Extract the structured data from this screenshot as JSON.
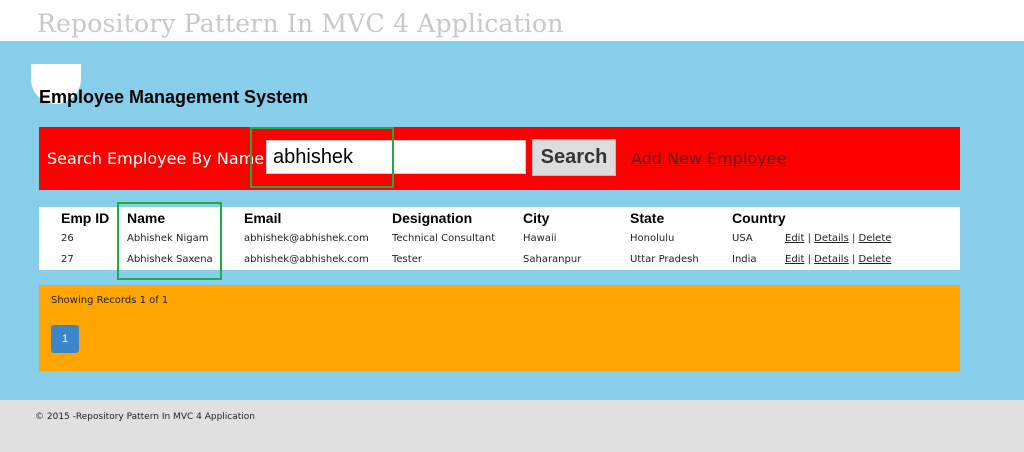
{
  "header": {
    "site_title": "Repository Pattern In MVC 4 Application"
  },
  "page": {
    "title": "Employee Management System"
  },
  "search": {
    "label": "Search Employee By Name:",
    "value": "abhishek",
    "button_label": "Search",
    "add_link": "Add New Employee"
  },
  "table": {
    "headers": [
      "Emp ID",
      "Name",
      "Email",
      "Designation",
      "City",
      "State",
      "Country"
    ],
    "rows": [
      {
        "id": "26",
        "name": "Abhishek Nigam",
        "email": "abhishek@abhishek.com",
        "designation": "Technical Consultant",
        "city": "Hawaii",
        "state": "Honolulu",
        "country": "USA"
      },
      {
        "id": "27",
        "name": "Abhishek Saxena",
        "email": "abhishek@abhishek.com",
        "designation": "Tester",
        "city": "Saharanpur",
        "state": "Uttar Pradesh",
        "country": "India"
      }
    ],
    "actions": {
      "edit": "Edit",
      "details": "Details",
      "delete": "Delete",
      "separator": "|"
    }
  },
  "pager": {
    "records_text": "Showing Records 1 of 1",
    "current_page": "1"
  },
  "footer": {
    "text": "© 2015 -Repository Pattern In MVC 4 Application"
  },
  "colors": {
    "main_bg": "#87ceeb",
    "search_bar": "#ff0000",
    "pager_panel": "#ffa500",
    "highlight": "#22aa44",
    "page_button": "#3a86c8"
  }
}
